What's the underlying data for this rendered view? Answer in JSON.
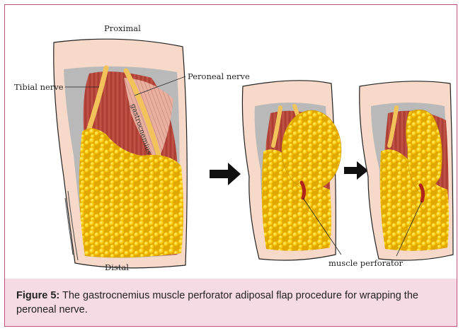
{
  "figure": {
    "labels": {
      "proximal": "Proximal",
      "distal": "Distal",
      "tibial_nerve": "Tibial nerve",
      "peroneal_nerve": "Peroneal nerve",
      "gastrocnemius": "gastrocnemius",
      "muscle_perforator": "muscle perforator"
    },
    "panels": [
      "stage-1",
      "stage-2",
      "stage-3"
    ],
    "colors": {
      "skin": "#f6d9c8",
      "fat": "#f7c400",
      "muscle": "#c0493c",
      "nerve": "#f2c35a",
      "bone": "#b9b9b9",
      "arrow": "#111111",
      "border": "#c0507c"
    }
  },
  "caption": {
    "label": "Figure 5:",
    "text": "The gastrocnemius muscle perforator adiposal flap procedure for wrapping the peroneal nerve."
  }
}
